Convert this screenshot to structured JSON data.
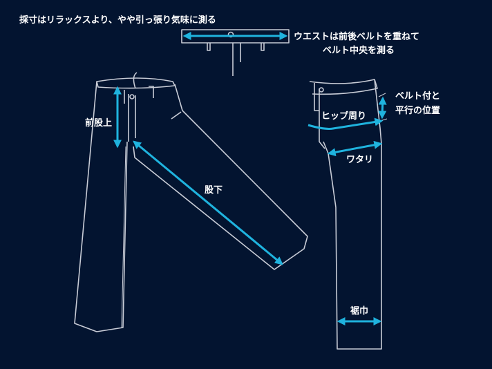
{
  "note": "採寸はリラックスより、やや引っ張り気味に測る",
  "labels": {
    "waist_line1": "ウエストは前後ベルトを重ねて",
    "waist_line2": "ベルト中央を測る",
    "front_rise": "前股上",
    "inseam": "股下",
    "hip": "ヒップ周り",
    "hip_note_line1": "ベルト付と",
    "hip_note_line2": "平行の位置",
    "thigh": "ワタリ",
    "hem_width": "裾巾"
  },
  "colors": {
    "background": "#031430",
    "outline": "#c8ccd6",
    "arrow": "#1fb3de",
    "text": "#ffffff"
  }
}
